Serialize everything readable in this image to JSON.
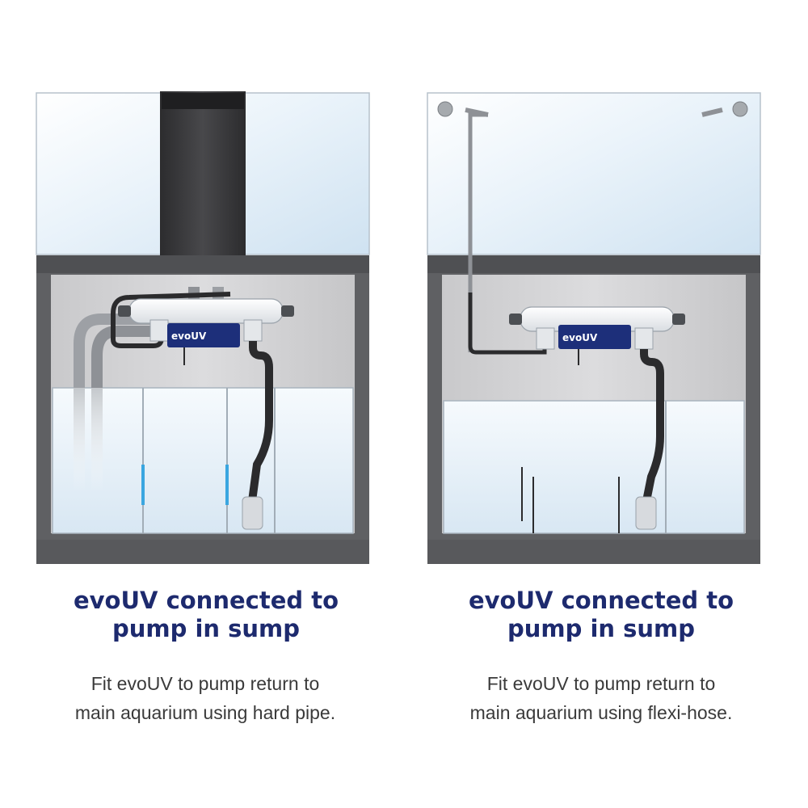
{
  "panels": [
    {
      "heading_line1": "evoUV connected to",
      "heading_line2": "pump in sump",
      "caption_line1": "Fit evoUV to pump return to",
      "caption_line2": "main aquarium using hard pipe.",
      "unit_label": "evoUV"
    },
    {
      "heading_line1": "evoUV connected to",
      "heading_line2": "pump in sump",
      "caption_line1": "Fit evoUV to pump return to",
      "caption_line2": "main aquarium using flexi-hose.",
      "unit_label": "evoUV"
    }
  ],
  "colors": {
    "heading": "#1d2a6e",
    "caption": "#3a3a3a",
    "cabinet": "#5f6063",
    "pipe": "#2b2b2d",
    "uv_label_bg": "#1d2f7a"
  }
}
